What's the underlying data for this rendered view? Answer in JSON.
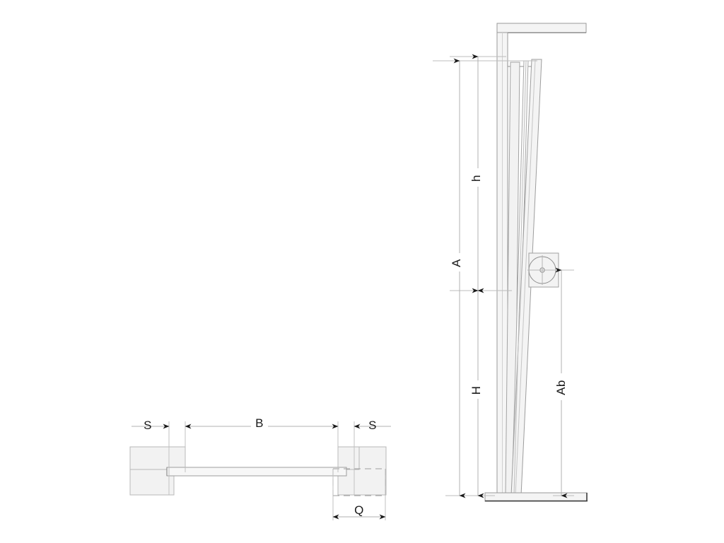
{
  "drawing": {
    "title": "Technical elevation and plan drawing",
    "background_color": "#ffffff",
    "line_color": "#8c8c8c",
    "heavy_line_color": "#595959",
    "fill_color": "#f2f2f2",
    "dimension_line_color": "#b0b0b0",
    "text_color": "#1a1a1a"
  },
  "views": {
    "elevation": {
      "name": "side-elevation-view",
      "description": "Vertical slanted post with top plate, base plate and round fitting"
    },
    "plan": {
      "name": "plan-view",
      "description": "Plan view with two end blocks and a connecting rail"
    }
  },
  "dimensions": {
    "elevation": [
      {
        "id": "A",
        "label": "A",
        "name": "dimension-a",
        "orientation": "vertical"
      },
      {
        "id": "h",
        "label": "h",
        "name": "dimension-h",
        "orientation": "vertical"
      },
      {
        "id": "H",
        "label": "H",
        "name": "dimension-h-upper",
        "orientation": "vertical"
      },
      {
        "id": "Ab",
        "label": "Ab",
        "name": "dimension-ab",
        "orientation": "vertical"
      }
    ],
    "plan": [
      {
        "id": "S1",
        "label": "S",
        "name": "dimension-s-left",
        "orientation": "horizontal"
      },
      {
        "id": "B",
        "label": "B",
        "name": "dimension-b",
        "orientation": "horizontal"
      },
      {
        "id": "S2",
        "label": "S",
        "name": "dimension-s-right",
        "orientation": "horizontal"
      },
      {
        "id": "Q",
        "label": "Q",
        "name": "dimension-q",
        "orientation": "horizontal"
      }
    ]
  },
  "labels": {
    "A": "A",
    "h": "h",
    "H": "H",
    "Ab": "Ab",
    "S_left": "S",
    "B": "B",
    "S_right": "S",
    "Q": "Q"
  },
  "components": {
    "top_plate": "top-plate",
    "base_plate": "base-plate",
    "main_post": "main-post",
    "slanted_rail": "slanted-rail",
    "round_fitting": "round-fitting-detail",
    "left_block": "plan-left-block",
    "right_block": "plan-right-block",
    "connecting_rail": "plan-connecting-rail"
  }
}
